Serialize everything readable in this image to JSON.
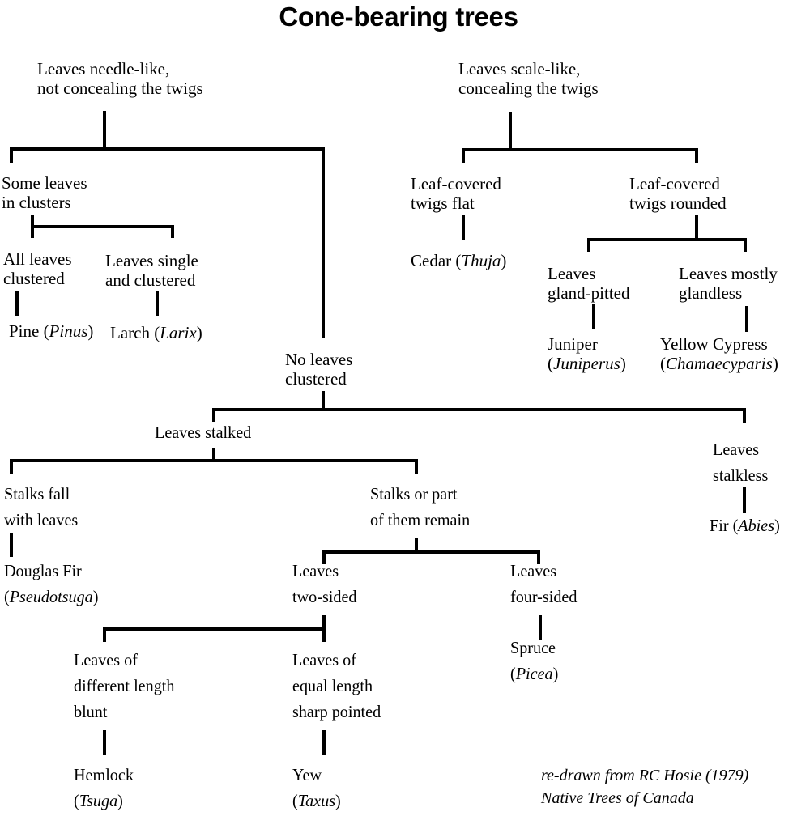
{
  "title": "Cone-bearing trees",
  "nodes": {
    "needle": {
      "line1": "Leaves needle-like,",
      "line2": "not concealing the twigs"
    },
    "scale": {
      "line1": "Leaves scale-like,",
      "line2": "concealing the twigs"
    },
    "clusters": {
      "line1": "Some leaves",
      "line2": "in clusters"
    },
    "all_clustered": {
      "line1": "All leaves",
      "line2": "clustered"
    },
    "single_clustered": {
      "line1": "Leaves single",
      "line2": "and clustered"
    },
    "pine": {
      "common": "Pine (",
      "genus": "Pinus",
      "close": ")"
    },
    "larch": {
      "common": "Larch (",
      "genus": "Larix",
      "close": ")"
    },
    "no_clustered": {
      "line1": "No leaves",
      "line2": "clustered"
    },
    "flat": {
      "line1": "Leaf-covered",
      "line2": "twigs flat"
    },
    "rounded": {
      "line1": "Leaf-covered",
      "line2": "twigs rounded"
    },
    "cedar": {
      "common": "Cedar (",
      "genus": "Thuja",
      "close": ")"
    },
    "gland_pitted": {
      "line1": "Leaves",
      "line2": "gland-pitted"
    },
    "glandless": {
      "line1": "Leaves mostly",
      "line2": "glandless"
    },
    "juniper": {
      "common": "Juniper",
      "open": "(",
      "genus": "Juniperus",
      "close": ")"
    },
    "yellow_cypress": {
      "common": "Yellow Cypress",
      "open": "(",
      "genus": "Chamaecyparis",
      "close": ")"
    },
    "stalked": {
      "line1": "Leaves stalked"
    },
    "stalkless": {
      "line1": "Leaves",
      "line2": "stalkless"
    },
    "fir": {
      "common": "Fir (",
      "genus": "Abies",
      "close": ")"
    },
    "stalks_fall": {
      "line1": "Stalks fall",
      "line2": "with leaves"
    },
    "stalks_remain": {
      "line1": "Stalks or part",
      "line2": "of them remain"
    },
    "douglas_fir": {
      "common": "Douglas Fir",
      "open": "(",
      "genus": "Pseudotsuga",
      "close": ")"
    },
    "two_sided": {
      "line1": "Leaves",
      "line2": "two-sided"
    },
    "four_sided": {
      "line1": "Leaves",
      "line2": "four-sided"
    },
    "spruce": {
      "common": "Spruce",
      "open": "(",
      "genus": "Picea",
      "close": ")"
    },
    "different_length": {
      "line1": "Leaves of",
      "line2": "different length",
      "line3": "blunt"
    },
    "equal_length": {
      "line1": "Leaves of",
      "line2": "equal length",
      "line3": "sharp pointed"
    },
    "hemlock": {
      "common": "Hemlock",
      "open": "(",
      "genus": "Tsuga",
      "close": ")"
    },
    "yew": {
      "common": "Yew",
      "open": "(",
      "genus": "Taxus",
      "close": ")"
    }
  },
  "credit": {
    "line1": "re-drawn from RC Hosie (1979)",
    "line2": "Native Trees of Canada"
  }
}
